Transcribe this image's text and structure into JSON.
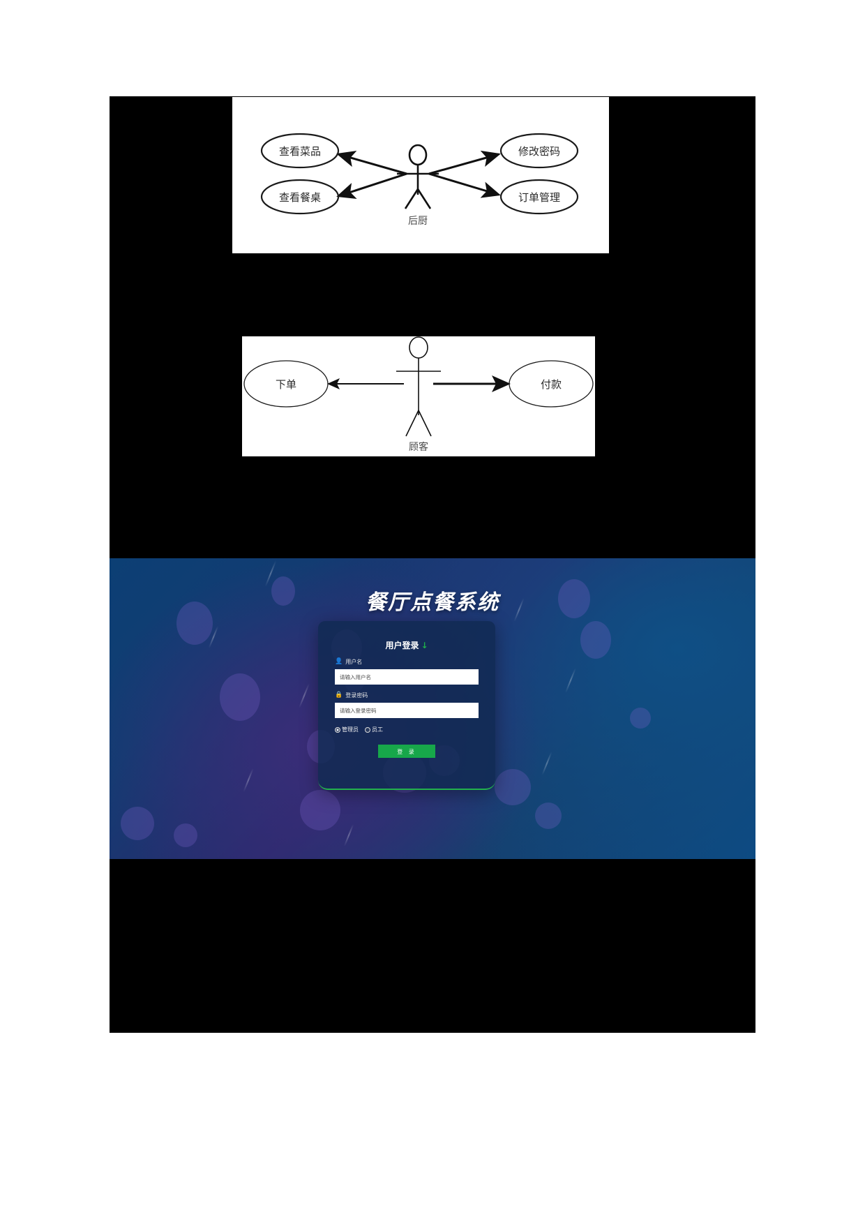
{
  "document": {
    "page_background": "#ffffff",
    "canvas_background": "#000000"
  },
  "diagrams": [
    {
      "id": "kitchen-use-case",
      "type": "uml-use-case",
      "actor": "后厨",
      "use_cases": [
        {
          "label": "查看菜品",
          "position": "top-left"
        },
        {
          "label": "查看餐桌",
          "position": "bottom-left"
        },
        {
          "label": "修改密码",
          "position": "top-right"
        },
        {
          "label": "订单管理",
          "position": "bottom-right"
        }
      ]
    },
    {
      "id": "customer-use-case",
      "type": "uml-use-case",
      "actor": "顾客",
      "use_cases": [
        {
          "label": "下单",
          "position": "left"
        },
        {
          "label": "付款",
          "position": "right"
        }
      ]
    }
  ],
  "login_screen": {
    "app_title": "餐厅点餐系统",
    "card": {
      "title": "用户登录",
      "title_arrow": "↓",
      "username": {
        "icon": "user-icon",
        "label": "用户名",
        "placeholder": "请输入用户名",
        "value": ""
      },
      "password": {
        "icon": "lock-icon",
        "label": "登录密码",
        "placeholder": "请输入登录密码",
        "value": ""
      },
      "roles": [
        {
          "label": "管理员",
          "selected": true
        },
        {
          "label": "员工",
          "selected": false
        }
      ],
      "submit_label": "登 录"
    },
    "colors": {
      "accent_green": "#17a74a",
      "card_background": "#102a50",
      "bg_blue": "#0c3f74",
      "bg_purple": "#3a2d78"
    }
  }
}
